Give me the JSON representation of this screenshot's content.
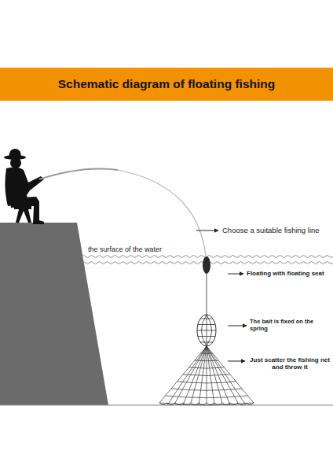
{
  "diagram": {
    "title": "Schematic diagram of floating fishing",
    "labels": [
      "the surface of the water",
      "Choose a suitable fishing line",
      "Floating with floating seat",
      "The bait is fixed on the spring",
      "Just scatter the fishing net and throw it"
    ]
  }
}
